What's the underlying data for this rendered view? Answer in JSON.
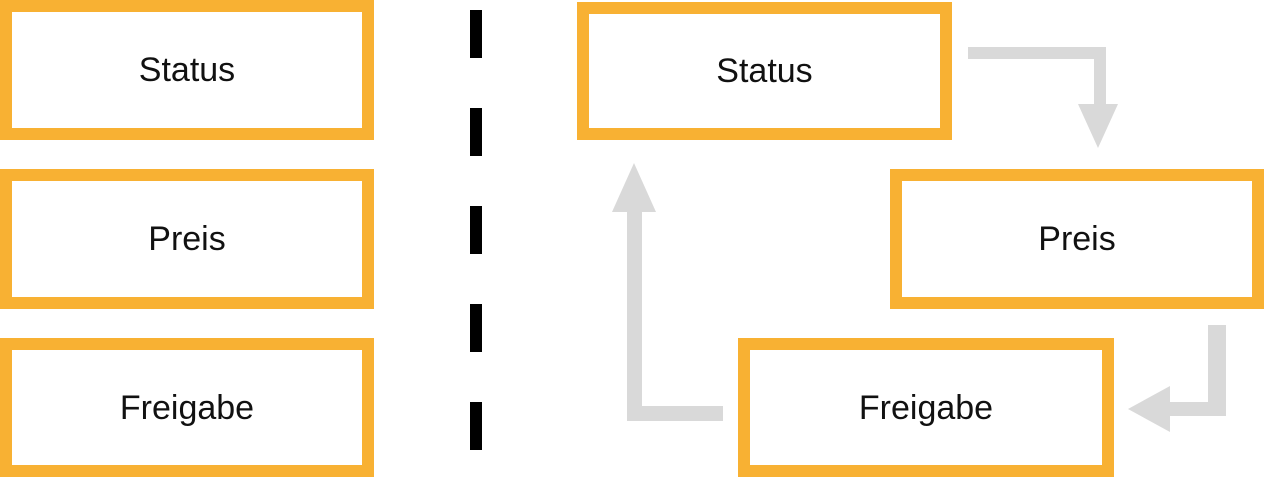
{
  "left_column": {
    "items": [
      {
        "label": "Status"
      },
      {
        "label": "Preis"
      },
      {
        "label": "Freigabe"
      }
    ]
  },
  "right_flow": {
    "items": [
      {
        "label": "Status"
      },
      {
        "label": "Preis"
      },
      {
        "label": "Freigabe"
      }
    ]
  },
  "colors": {
    "box_border": "#F8B133",
    "arrow": "#D9D9D9",
    "divider": "#000000",
    "text": "#111111",
    "background": "#FFFFFF"
  }
}
